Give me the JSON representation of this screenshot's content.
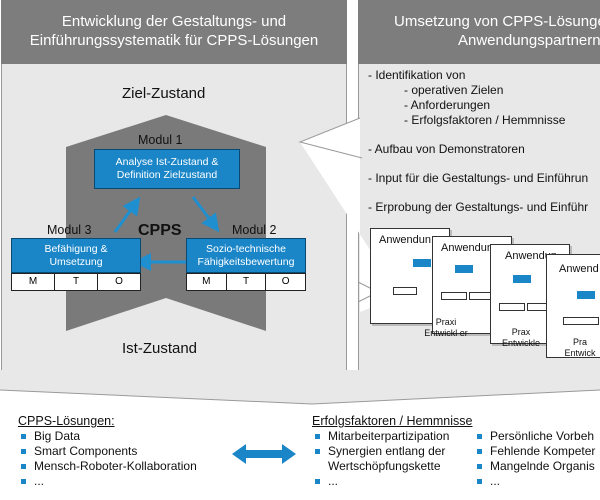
{
  "left_panel": {
    "header": [
      "Entwicklung der Gestaltungs- und",
      "Einführungssystematik für CPPS-Lösungen"
    ],
    "target_state": "Ziel-Zustand",
    "current_state": "Ist-Zustand",
    "center_label": "CPPS",
    "modules": [
      {
        "title": "Modul 1",
        "lines": [
          "Analyse Ist-Zustand &",
          "Definition Zielzustand"
        ]
      },
      {
        "title": "Modul 2",
        "lines": [
          "Sozio-technische",
          "Fähigkeitsbewertung"
        ],
        "mto": [
          "M",
          "T",
          "O"
        ]
      },
      {
        "title": "Modul 3",
        "lines": [
          "Befähigung &",
          "Umsetzung"
        ],
        "mto": [
          "M",
          "T",
          "O"
        ]
      }
    ]
  },
  "right_panel": {
    "header": [
      "Umsetzung von CPPS-Lösungen",
      "Anwendungspartnern"
    ],
    "list": {
      "item1": "- Identifikation von",
      "sub": [
        "- operativen Zielen",
        "- Anforderungen",
        "- Erfolgsfaktoren / Hemmnisse"
      ],
      "item2": "- Aufbau von Demonstratoren",
      "item3": "- Input für die Gestaltungs- und Einführun",
      "item4": "- Erprobung der Gestaltungs- und Einführ"
    },
    "cards": [
      {
        "title": "Anwendun",
        "footer": []
      },
      {
        "title": "Anwendun",
        "footer": [
          "Praxi",
          "Entwickl er"
        ]
      },
      {
        "title": "Anwendun",
        "footer": [
          "Prax",
          "Entwickle"
        ]
      },
      {
        "title": "Anwend",
        "footer": [
          "Pra",
          "Entwick"
        ]
      }
    ]
  },
  "bottom": {
    "left_title": "CPPS-Lösungen:",
    "left_items": [
      "Big Data",
      "Smart Components",
      "Mensch-Roboter-Kollaboration",
      "..."
    ],
    "right_title": "Erfolgsfaktoren / Hemmnisse",
    "col1": [
      {
        "lines": [
          "Mitarbeiterpartizipation"
        ]
      },
      {
        "lines": [
          "Synergien entlang der",
          "Wertschöpfungskette"
        ]
      },
      {
        "lines": [
          "..."
        ]
      }
    ],
    "col2": [
      "Persönliche Vorbeh",
      "Fehlende Kompeter",
      "Mangelnde Organis",
      "..."
    ]
  },
  "colors": {
    "module_blue": "#1a86c8",
    "arrow_blue": "#1f8fd0",
    "header_gray": "#7d7d7d",
    "chevron_gray": "#7a7a7a",
    "panel_bg": "#e8e8e8"
  }
}
